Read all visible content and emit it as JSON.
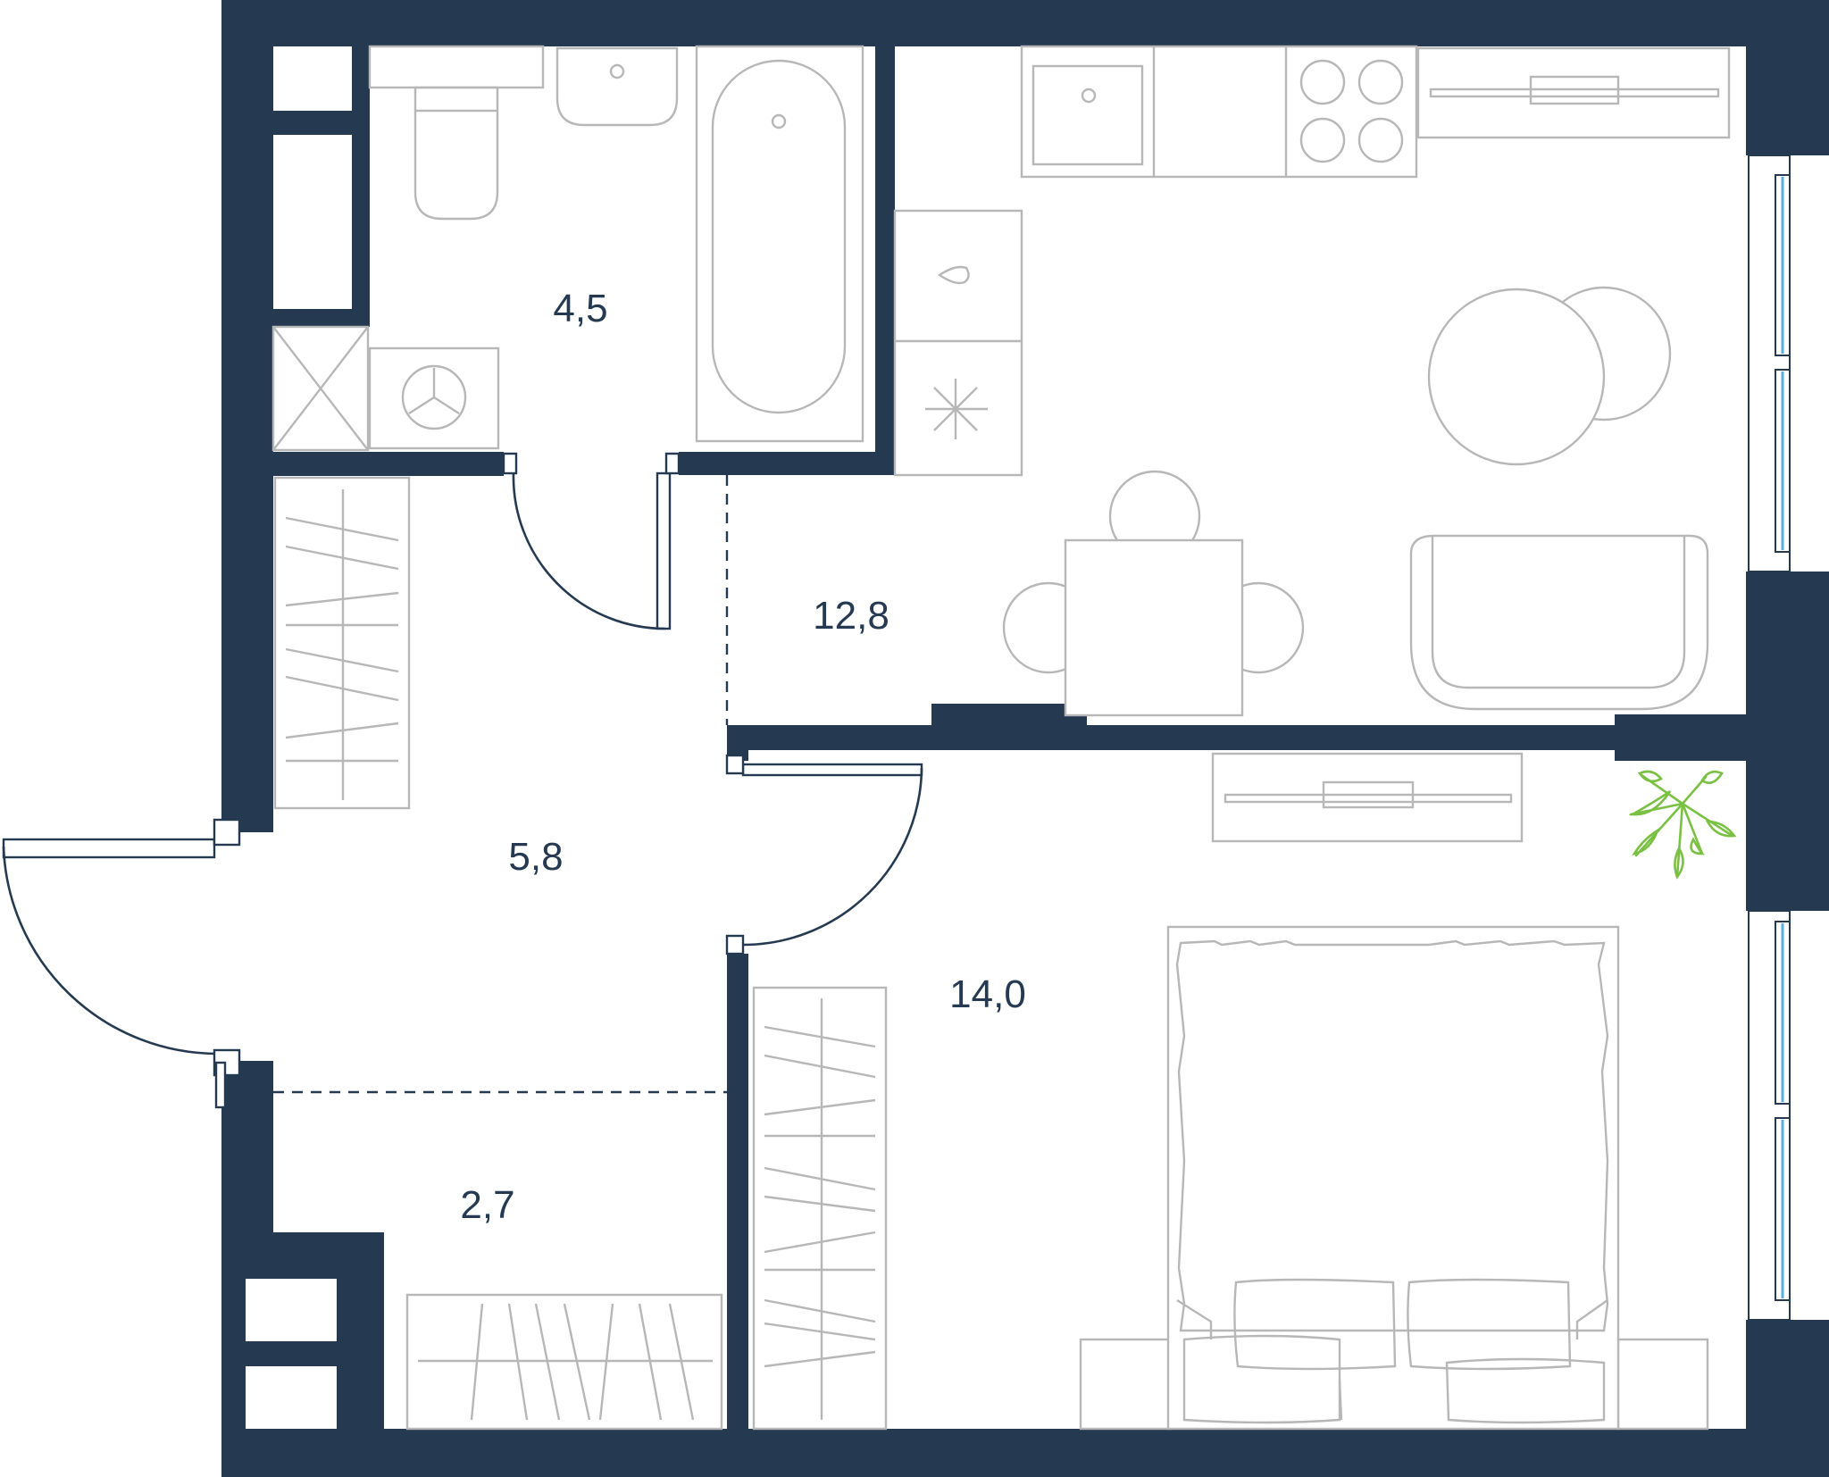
{
  "colors": {
    "wall": "#253a51",
    "furniture": "#b7b7b7",
    "window_glass": "#5aaee0",
    "plant": "#7ac143",
    "background": "#ffffff"
  },
  "rooms": [
    {
      "id": "bathroom",
      "area": "4,5"
    },
    {
      "id": "kitchen-living",
      "area": "12,8"
    },
    {
      "id": "hallway",
      "area": "5,8"
    },
    {
      "id": "bedroom",
      "area": "14,0"
    },
    {
      "id": "storage",
      "area": "2,7"
    }
  ],
  "icons": [
    "washing-machine-icon",
    "sink-icon",
    "stove-icon",
    "plant-icon",
    "bed-icon",
    "bathtub-icon",
    "toilet-icon"
  ]
}
